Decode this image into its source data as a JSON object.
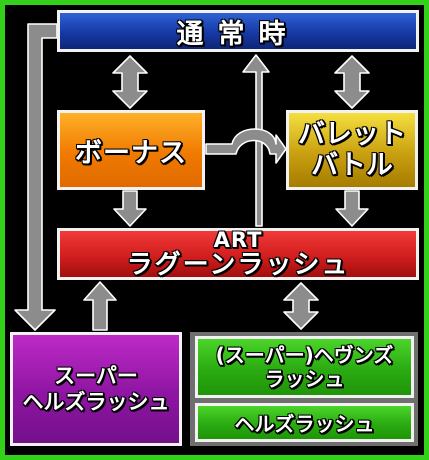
{
  "diagram": {
    "frame_color": "#33d11a",
    "nodes": {
      "top": {
        "label": "通常時",
        "color": "#1639a4"
      },
      "bonus": {
        "label": "ボーナス",
        "color": "#f07a00"
      },
      "bullet_battle": {
        "lines": [
          "バレット",
          "バトル"
        ],
        "color": "#c9a010"
      },
      "art": {
        "prefix": "ART",
        "label": "ラグーンラッシュ",
        "color": "#d11e1e"
      },
      "super_hells_rush": {
        "lines": [
          "スーパー",
          "ヘルズラッシュ"
        ],
        "color": "#8e15a2"
      },
      "super_heavens_rush": {
        "lines": [
          "(スーパー)ヘヴンズ",
          "ラッシュ"
        ],
        "color": "#2bab12"
      },
      "hells_rush": {
        "label": "ヘルズラッシュ",
        "color": "#2bab12"
      }
    },
    "edges": [
      {
        "from": "top",
        "to": "bonus",
        "direction": "both"
      },
      {
        "from": "top",
        "to": "bullet_battle",
        "direction": "both"
      },
      {
        "from": "art",
        "to": "top",
        "direction": "one-way"
      },
      {
        "from": "bonus",
        "to": "bullet_battle",
        "direction": "one-way"
      },
      {
        "from": "bonus",
        "to": "art",
        "direction": "one-way"
      },
      {
        "from": "bullet_battle",
        "to": "art",
        "direction": "one-way"
      },
      {
        "from": "top",
        "to": "super_hells_rush",
        "direction": "one-way"
      },
      {
        "from": "super_hells_rush",
        "to": "art",
        "direction": "one-way"
      },
      {
        "from": "art",
        "to": "super_heavens_rush",
        "direction": "both"
      }
    ],
    "arrow_fill": "#8c8c8c"
  }
}
